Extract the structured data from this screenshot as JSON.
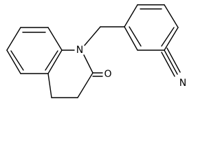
{
  "structure": {
    "atoms": {
      "ring_nitrogen": "N",
      "carbonyl_oxygen": "O",
      "nitrile_nitrogen": "N"
    }
  }
}
